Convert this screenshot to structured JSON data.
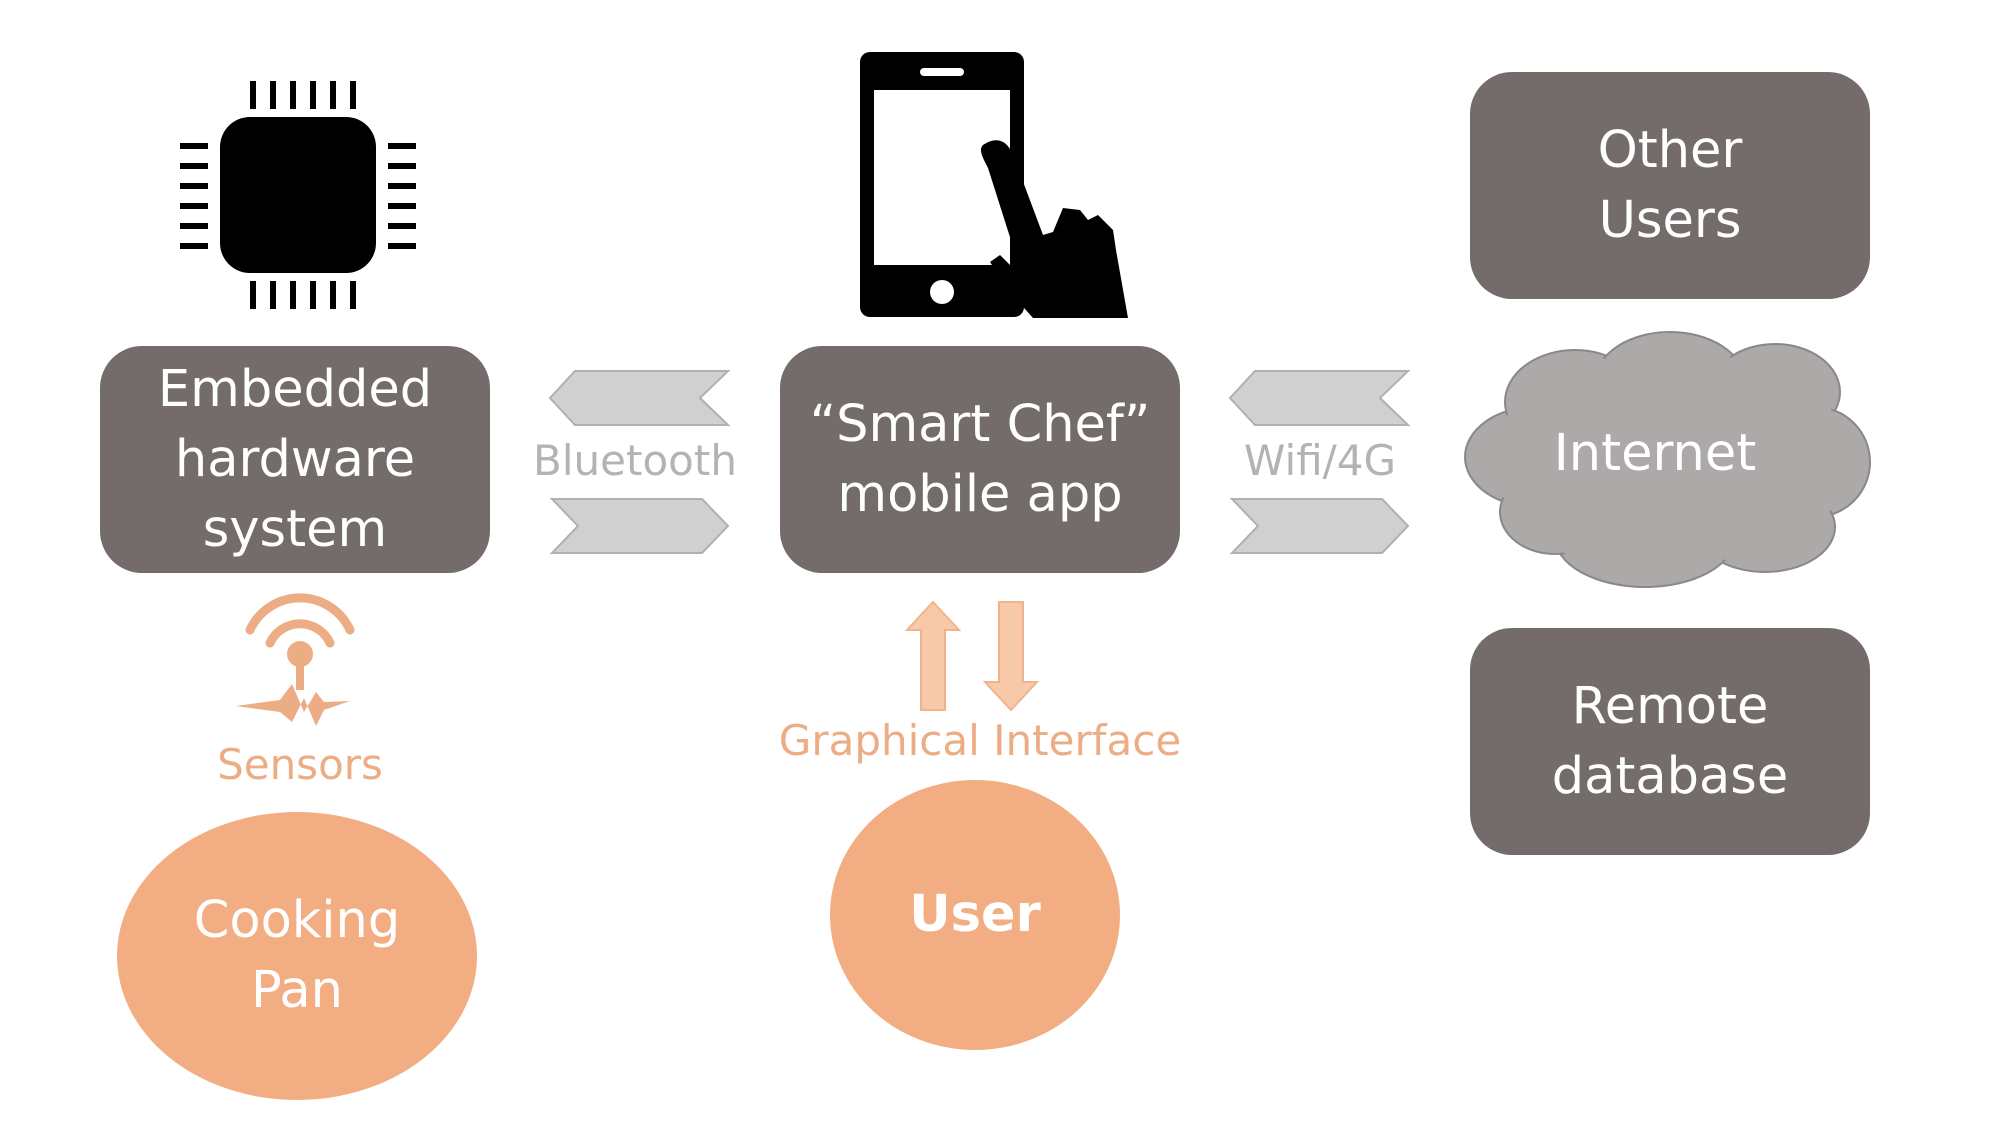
{
  "nodes": {
    "embedded": "Embedded\nhardware\nsystem",
    "app": "“Smart Chef”\nmobile app",
    "other_users": "Other\nUsers",
    "internet": "Internet",
    "remote_db": "Remote\ndatabase",
    "cooking_pan": "Cooking\nPan",
    "user": "User"
  },
  "links": {
    "bluetooth": "Bluetooth",
    "wifi": "Wifi/4G",
    "sensors": "Sensors",
    "graphical_interface": "Graphical Interface"
  },
  "icons": {
    "chip": "microchip-icon",
    "phone": "smartphone-touch-icon",
    "sensor": "wireless-sensor-icon"
  },
  "colors": {
    "box": "#736c6b",
    "cloud": "#aca9a8",
    "orange": "#f2ae82",
    "arrow_gray": "#d0d0d0",
    "arrow_orange": "#f8c9a9"
  }
}
